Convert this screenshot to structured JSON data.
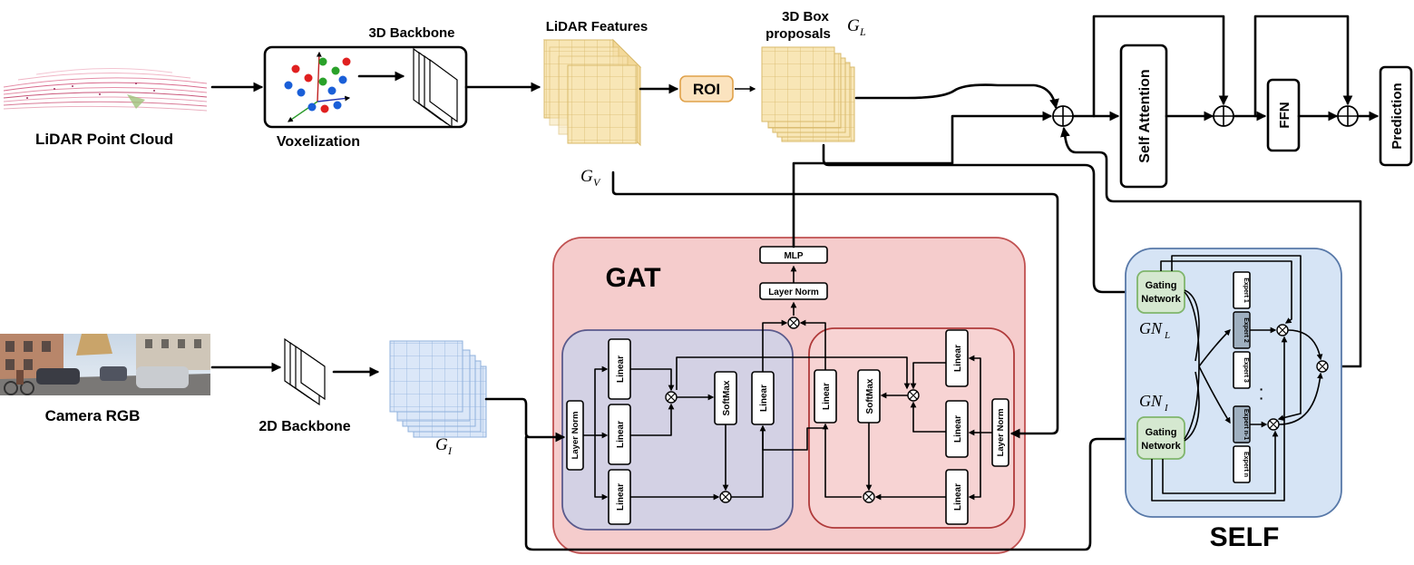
{
  "labels": {
    "lidar_point_cloud": "LiDAR Point Cloud",
    "voxelization": "Voxelization",
    "backbone_3d": "3D Backbone",
    "lidar_features": "LiDAR Features",
    "roi": "ROI",
    "box_proposals_line1": "3D Box",
    "box_proposals_line2": "proposals",
    "camera_rgb": "Camera  RGB",
    "backbone_2d": "2D Backbone",
    "self_attention": "Self Attention",
    "ffn": "FFN",
    "prediction": "Prediction",
    "gat": "GAT",
    "self": "SELF",
    "mlp": "MLP",
    "layer_norm": "Layer Norm",
    "linear": "Linear",
    "softmax": "SoftMax",
    "gating_network_1": "Gating",
    "gating_network_2": "Network",
    "experts": [
      "Expert 1",
      "Expert 2",
      "Expert 3",
      "Expert n-1",
      "Expert n"
    ],
    "dots": "·"
  },
  "math": {
    "g_l": {
      "base": "G",
      "sub": "L"
    },
    "g_v": {
      "base": "G",
      "sub": "V"
    },
    "g_i": {
      "base": "G",
      "sub": "I"
    },
    "gn_l": {
      "base": "GN",
      "sub": "L"
    },
    "gn_i": {
      "base": "GN",
      "sub": "I"
    }
  },
  "colors": {
    "gat_panel": "#f5cccc",
    "gat_border": "#c05050",
    "gat_left_panel": "#d3d1e4",
    "gat_left_border": "#5a5a8c",
    "gat_right_panel": "#f7d3d3",
    "gat_right_border": "#b03a3a",
    "self_panel": "#d6e4f5",
    "self_border": "#5778a8",
    "gating": "#d5e8d0",
    "gating_border": "#7fb56c",
    "roi": "#fbe3bf",
    "roi_border": "#e0a24a",
    "lidar_grid": "#f8e6b6",
    "camera_grid": "#dbe7f8",
    "expert_highlight": "#9fb0c0"
  }
}
